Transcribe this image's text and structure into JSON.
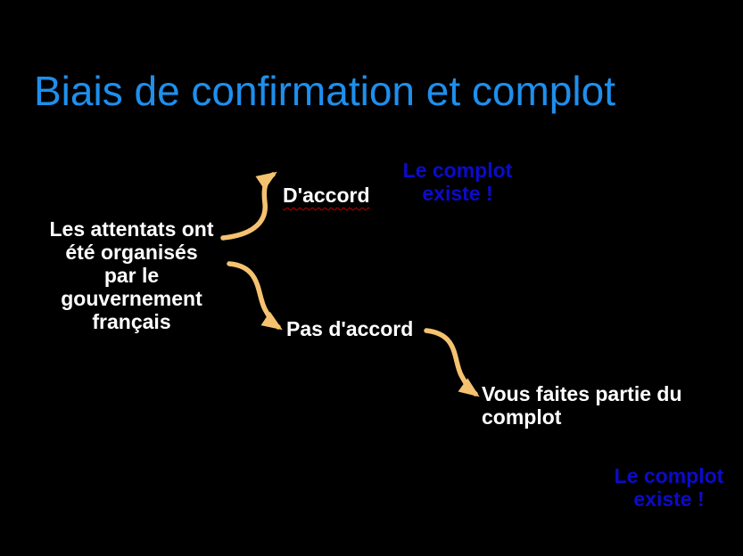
{
  "slide": {
    "title": "Biais de confirmation et complot",
    "premise": {
      "text": "Les attentats ont été organisés par le gouvernement français",
      "lines": [
        "Les attentats ont",
        "été organisés",
        "par le",
        "gouvernement",
        "français"
      ]
    },
    "agree": {
      "label": "D'accord"
    },
    "agree_outcome": {
      "text": "Le complot existe !",
      "lines": [
        "Le complot",
        "existe !"
      ]
    },
    "disagree": {
      "label": "Pas d'accord"
    },
    "disagree_outcome": {
      "text": "Vous faites partie du complot",
      "lines": [
        "Vous faites partie du",
        "complot"
      ]
    },
    "conclusion": {
      "text": "Le complot existe !",
      "lines": [
        "Le complot",
        "existe !"
      ]
    },
    "colors": {
      "background": "#000000",
      "title": "#1E8FED",
      "body": "#FFFFFF",
      "conspiracy": "#0B0BCC",
      "arrow": "#F5C26F",
      "spellcheck": "#C00000"
    }
  }
}
